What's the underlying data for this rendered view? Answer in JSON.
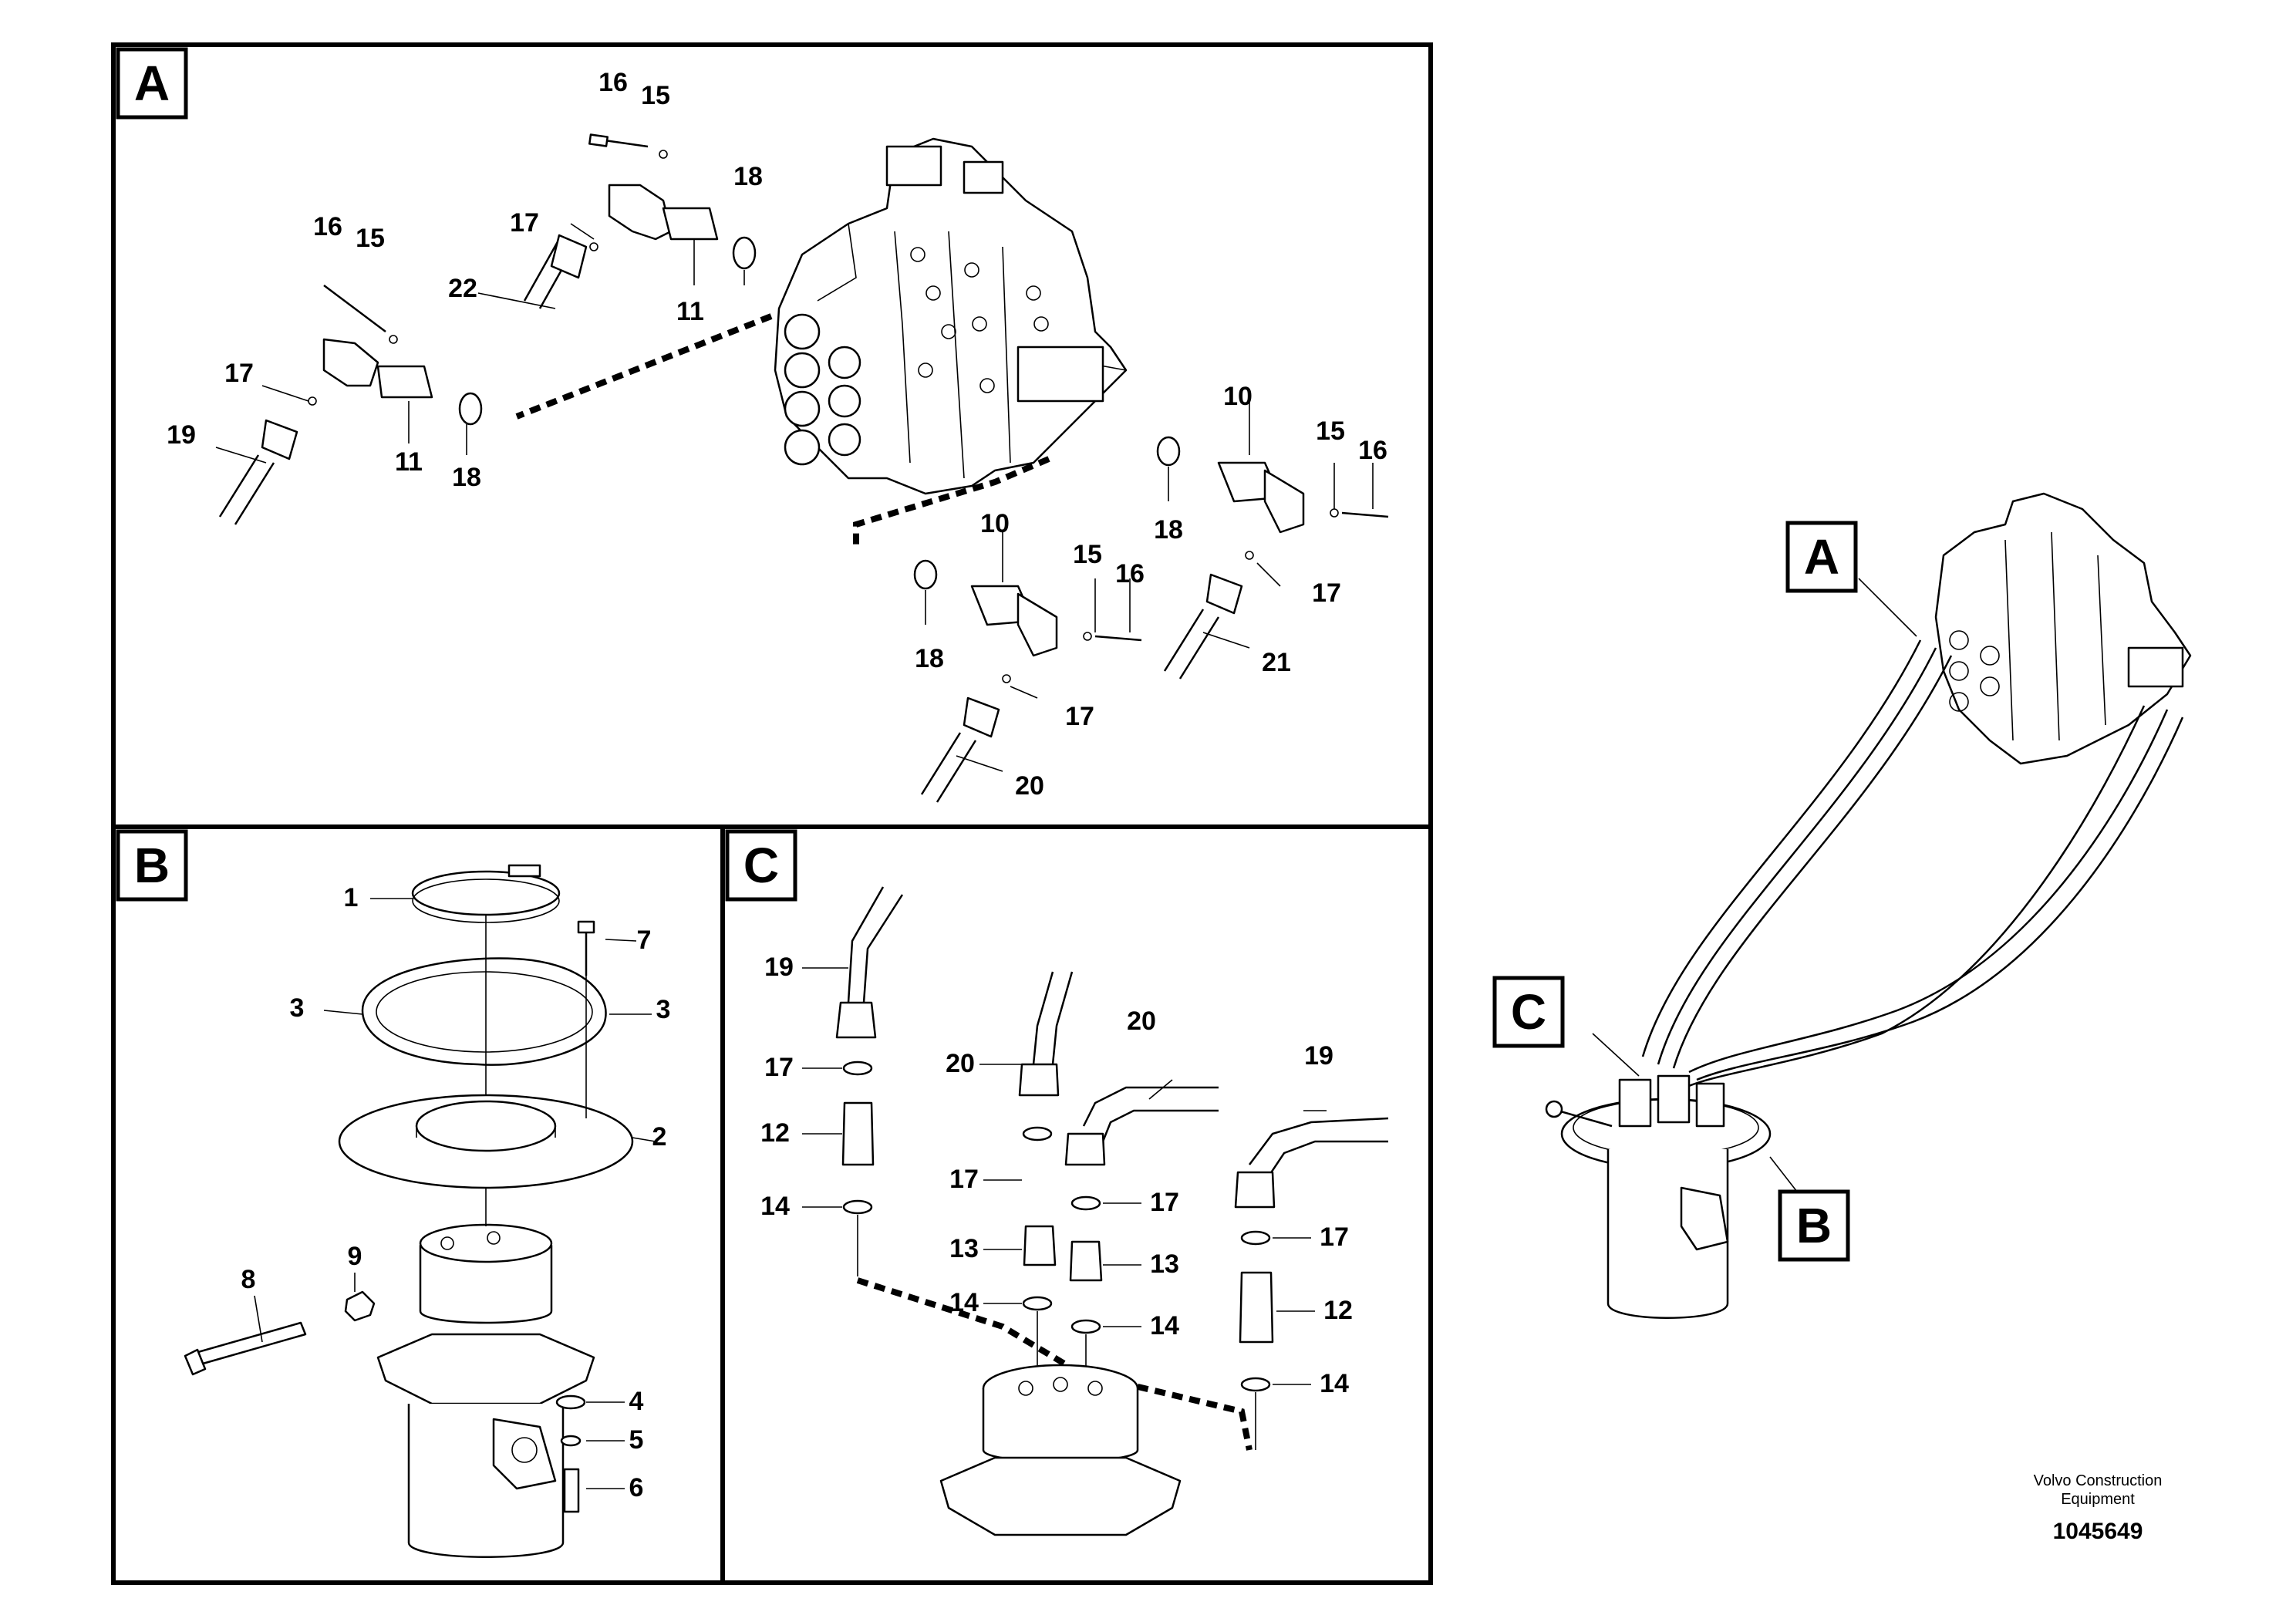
{
  "panels": {
    "A": {
      "label": "A"
    },
    "B": {
      "label": "B"
    },
    "C": {
      "label": "C"
    }
  },
  "overview": {
    "callout_a": "A",
    "callout_b": "B",
    "callout_c": "C"
  },
  "panel_a_callouts": {
    "p16_top": "16",
    "p15_top": "15",
    "p18_top": "18",
    "p17_top": "17",
    "p11_top": "11",
    "p22": "22",
    "p16_left": "16",
    "p15_left": "15",
    "p17_left": "17",
    "p19": "19",
    "p11_left": "11",
    "p18_left": "18",
    "p10_right": "10",
    "p15_right": "15",
    "p16_right": "16",
    "p18_right": "18",
    "p17_right": "17",
    "p21": "21",
    "p10_low": "10",
    "p15_low": "15",
    "p16_low": "16",
    "p18_low": "18",
    "p17_low": "17",
    "p20": "20"
  },
  "panel_b_callouts": {
    "p1": "1",
    "p7": "7",
    "p3_left": "3",
    "p3_right": "3",
    "p2": "2",
    "p9": "9",
    "p8": "8",
    "p4": "4",
    "p5": "5",
    "p6": "6"
  },
  "panel_c_callouts": {
    "p19_left": "19",
    "p17_left": "17",
    "p12_left": "12",
    "p14_left": "14",
    "p20_left": "20",
    "p20_right": "20",
    "p19_right": "19",
    "p17_mid_left": "17",
    "p17_mid_right": "17",
    "p13_left": "13",
    "p13_right": "13",
    "p14_mid_left": "14",
    "p14_mid_right": "14",
    "p17_far_right": "17",
    "p12_right": "12",
    "p14_far_right": "14"
  },
  "footer": {
    "company_line1": "Volvo Construction",
    "company_line2": "Equipment",
    "document_number": "1045649"
  }
}
